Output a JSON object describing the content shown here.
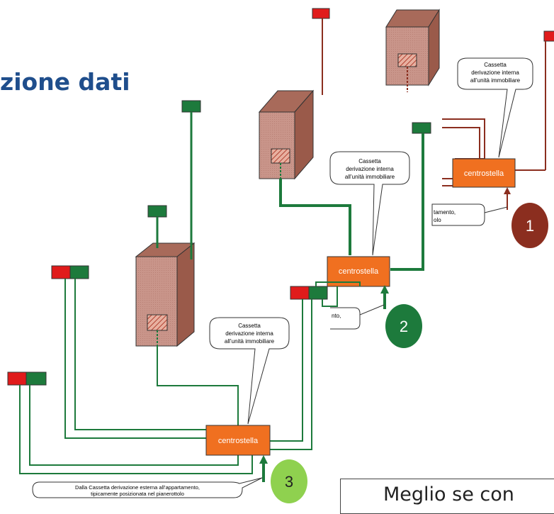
{
  "title": "zione dati",
  "bottom_note": "Meglio se con",
  "star_label": "centrostella",
  "callout_internal": [
    "Cassetta",
    "derivazione interna",
    "all’unità immobiliare"
  ],
  "callout_external": [
    "Dalla Cassetta derivazione esterna all’appartamento,",
    "tipicamente posizionata nel pianerottolo"
  ],
  "clipped_callout_1": [
    "tamento,",
    "olo"
  ],
  "clipped_callout_2": [
    "nto,"
  ],
  "badges": [
    "1",
    "2",
    "3"
  ],
  "colors": {
    "scenario_1": "#8b2e1f",
    "scenario_2": "#1d7a3c",
    "scenario_3": "#8fd14f",
    "star_box": "#f07020",
    "cabinet": "#c98f80",
    "socket_red": "#e01b1b",
    "socket_green": "#1d7a3c",
    "title": "#1f4e8c"
  }
}
